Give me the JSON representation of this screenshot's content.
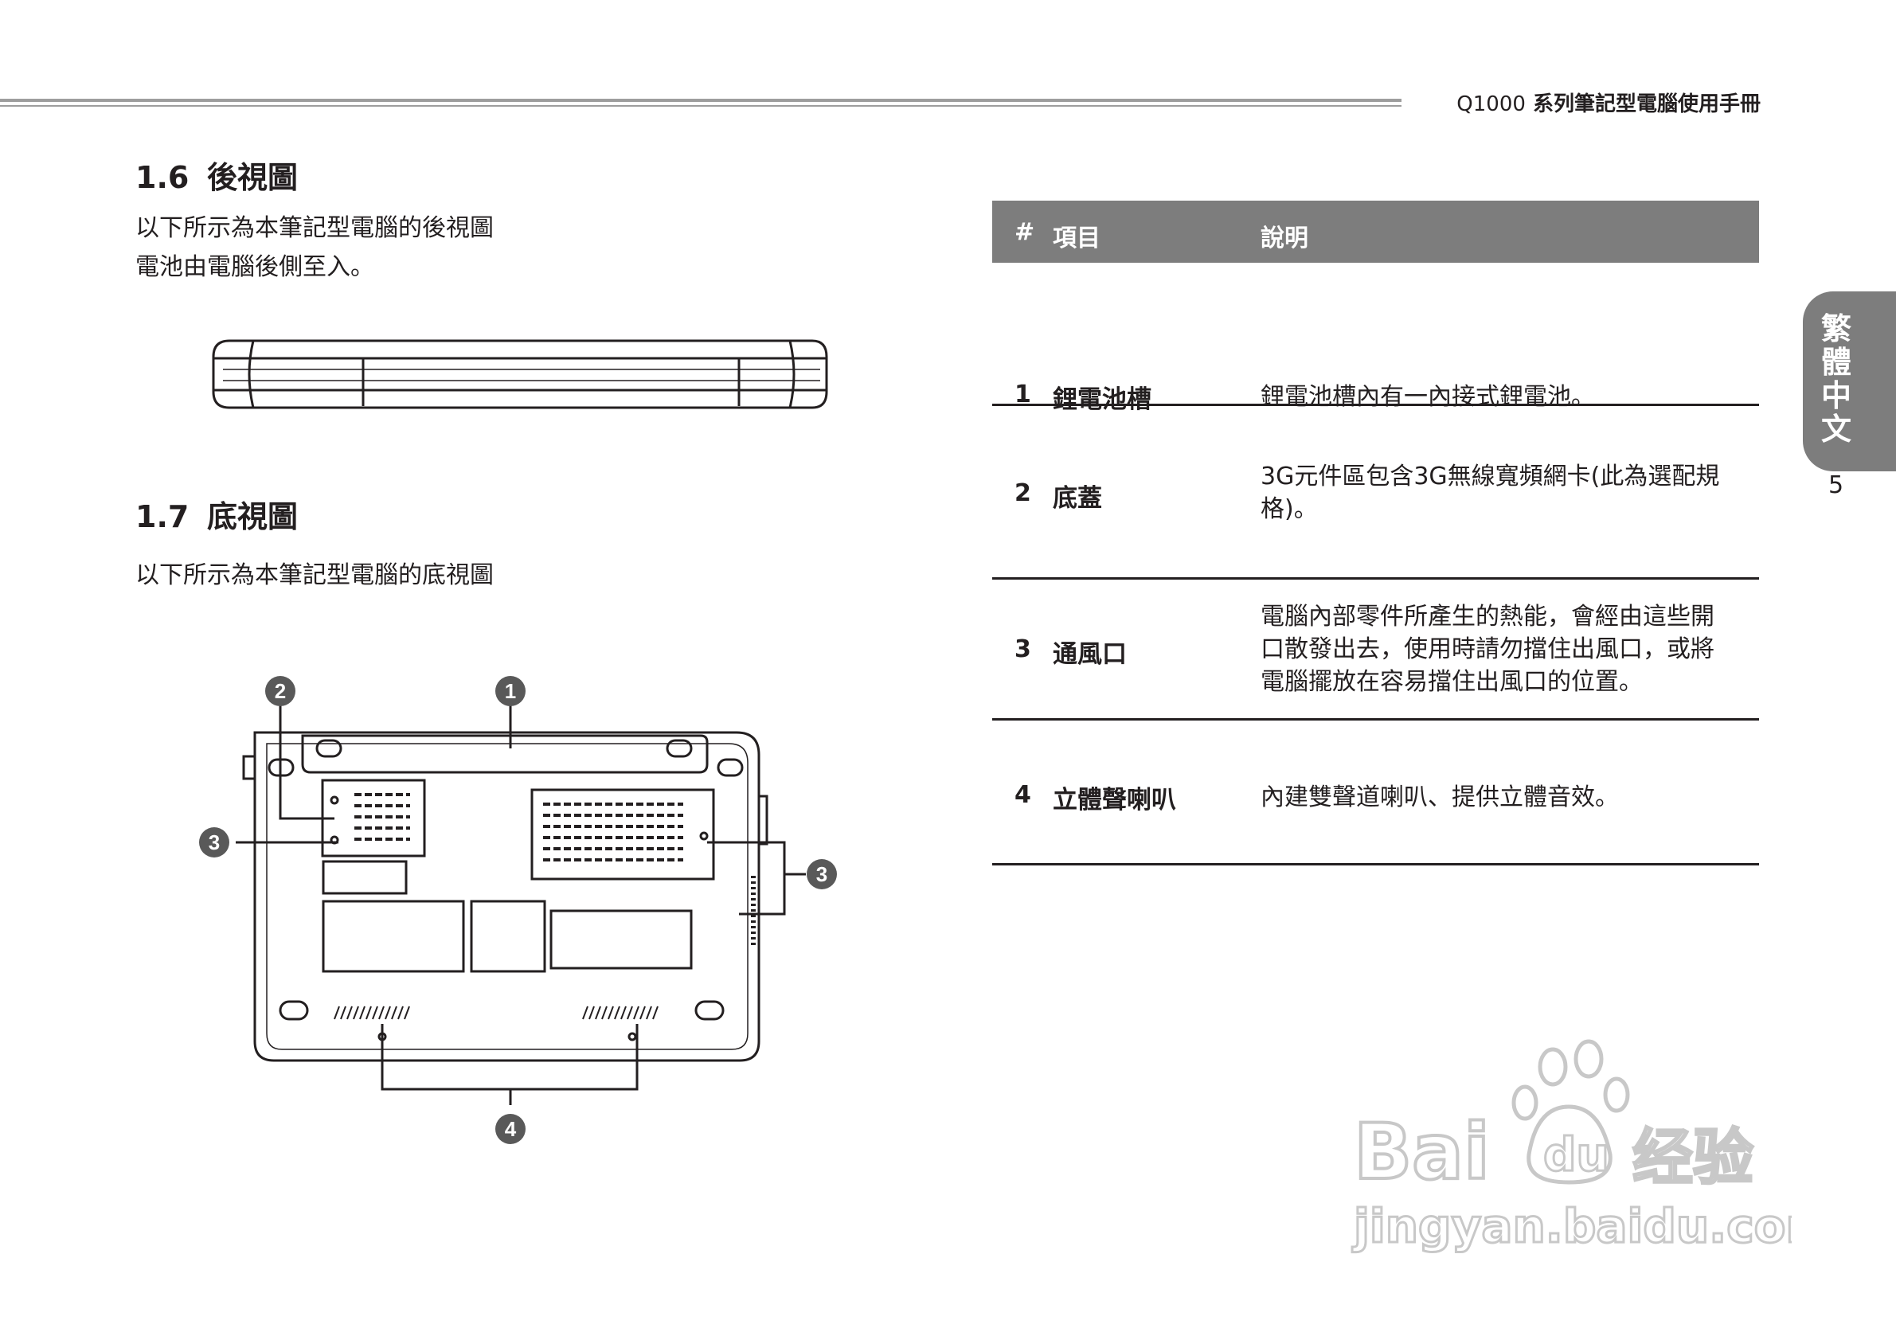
{
  "header": {
    "model": "Q1000",
    "title_rest": " 系列筆記型電腦使用手冊"
  },
  "section_rear": {
    "number": "1.6",
    "title": "後視圖",
    "lines": [
      "以下所示為本筆記型電腦的後視圖",
      "電池由電腦後側至入。"
    ]
  },
  "section_bottom": {
    "number": "1.7",
    "title": "底視圖",
    "line": "以下所示為本筆記型電腦的底視圖"
  },
  "callouts": [
    "1",
    "2",
    "3",
    "3",
    "4"
  ],
  "table": {
    "headers": [
      "#",
      "項目",
      "說明"
    ],
    "rows": [
      {
        "num": "1",
        "item": "鋰電池槽",
        "desc": [
          "鋰電池槽內有一內接式鋰電池。"
        ]
      },
      {
        "num": "2",
        "item": "底蓋",
        "desc": [
          "3G元件區包含3G無線寬頻網卡(此為選配規",
          "格)。"
        ]
      },
      {
        "num": "3",
        "item": "通風口",
        "desc": [
          "電腦內部零件所產生的熱能，會經由這些開",
          "口散發出去，使用時請勿擋住出風口，或將",
          "電腦擺放在容易擋住出風口的位置。"
        ]
      },
      {
        "num": "4",
        "item": "立體聲喇叭",
        "desc": [
          "內建雙聲道喇叭、提供立體音效。"
        ]
      }
    ]
  },
  "side_tab": {
    "label": [
      "繁",
      "體",
      "中",
      "文"
    ],
    "color": "#7d7d7d"
  },
  "page_number": "5",
  "watermark": {
    "brand": "Bai du 经验",
    "url": "jingyan.baidu.com"
  }
}
